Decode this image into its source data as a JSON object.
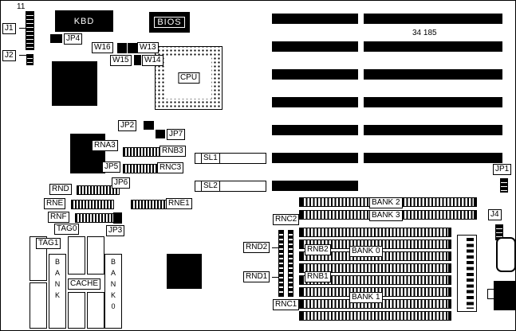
{
  "board": {
    "note_topleft": "11",
    "part_number": "34 185",
    "labels": {
      "j1": "J1",
      "j2": "J2",
      "jp4": "JP4",
      "kbd": "KBD",
      "bios": "BIOS",
      "w16": "W16",
      "w13": "W13",
      "w15": "W15",
      "w14": "W14",
      "cpu": "CPU",
      "jp2": "JP2",
      "jp7": "JP7",
      "rna3": "RNA3",
      "rnb3": "RNB3",
      "rnc3": "RNC3",
      "jp5": "JP5",
      "jp6": "JP6",
      "sl1": "SL1",
      "sl2": "SL2",
      "jp1": "JP1",
      "rnd": "RND",
      "rne": "RNE",
      "rne1": "RNE1",
      "rnf": "RNF",
      "tag0": "TAG0",
      "jp3": "JP3",
      "tag1": "TAG1",
      "cache": "CACHE",
      "bank_v_left": "BANK",
      "bank_v_right": "BANK0",
      "rnc2": "RNC2",
      "rnd2": "RND2",
      "rnb2": "RNB2",
      "rnd1": "RND1",
      "rnb1": "RNB1",
      "rnc1": "RNC1",
      "bank0": "BANK 0",
      "bank1": "BANK 1",
      "bank2": "BANK 2",
      "bank3": "BANK 3",
      "j4": "J4"
    }
  }
}
